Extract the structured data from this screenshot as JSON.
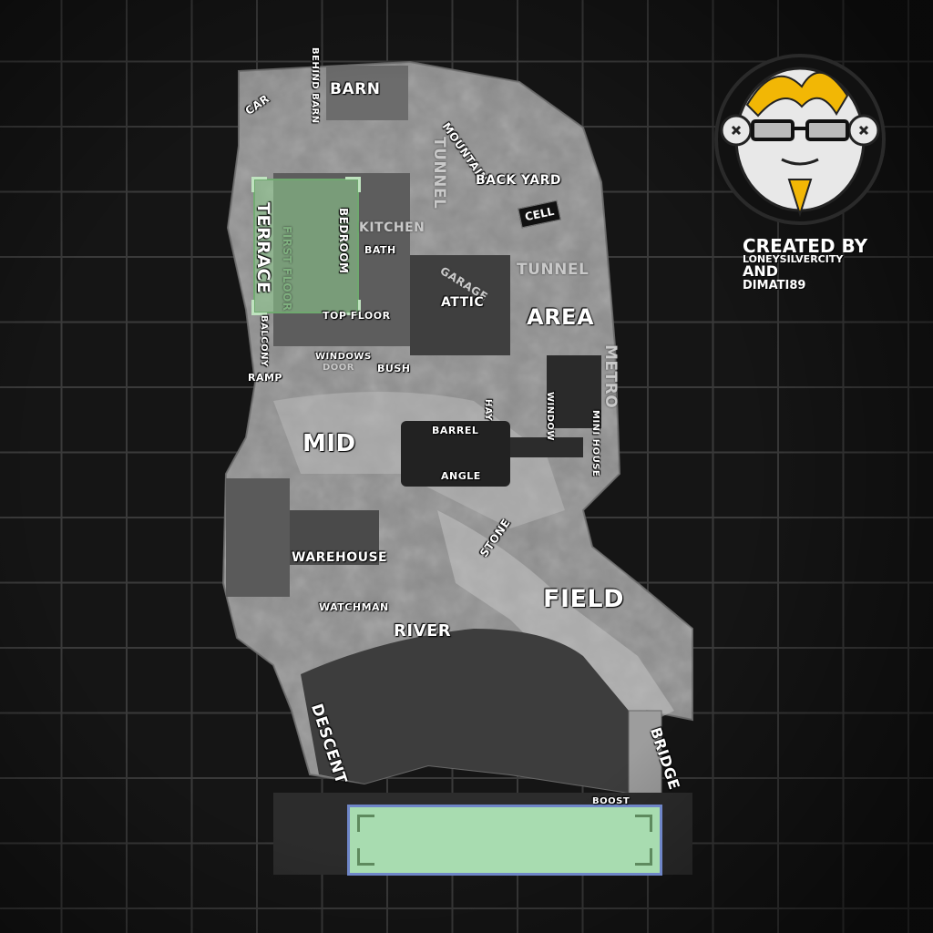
{
  "map": {
    "labels": {
      "barn": "BARN",
      "behind_barn": "BEHIND BARN",
      "car": "CAR",
      "mountain": "MOUNTAIN",
      "tunnel_upper": "TUNNEL",
      "back_yard": "BACK YARD",
      "cell": "CELL",
      "terrace": "TERRACE",
      "first_floor": "FIRST FLOOR",
      "bedroom": "BEDROOM",
      "kitchen": "KITCHEN",
      "bath": "BATH",
      "garage": "GARAGE",
      "tunnel_right": "TUNNEL",
      "attic": "ATTIC",
      "area": "AREA",
      "top_floor": "TOP FLOOR",
      "balcony": "BALCONY",
      "windows": "WINDOWS",
      "door": "DOOR",
      "bush": "BUSH",
      "ramp": "RAMP",
      "metro": "METRO",
      "hay": "HAY",
      "window": "WINDOW",
      "mini_house": "MINI HOUSE",
      "barrel": "BARREL",
      "mid": "MID",
      "angle": "ANGLE",
      "stone": "STONE",
      "warehouse": "WAREHOUSE",
      "watchman": "WATCHMAN",
      "field": "FIELD",
      "river": "RIVER",
      "descent": "DESCENT",
      "bridge": "BRIDGE",
      "boost": "BOOST"
    },
    "colors": {
      "grid": "#3a3a3a",
      "terrain": "#9a9a9a",
      "zone_green": "#8fd08f",
      "zone_bottom": "#a8dcb0",
      "zone_bottom_border": "#6f86c8",
      "logo_yellow": "#f2b705"
    }
  },
  "credits": {
    "line1": "CREATED BY",
    "line2": "LONEYSILVERCITY",
    "line3": "AND",
    "line4": "DIMATI89"
  },
  "icons": {
    "logo": "avatar-logo-icon"
  }
}
